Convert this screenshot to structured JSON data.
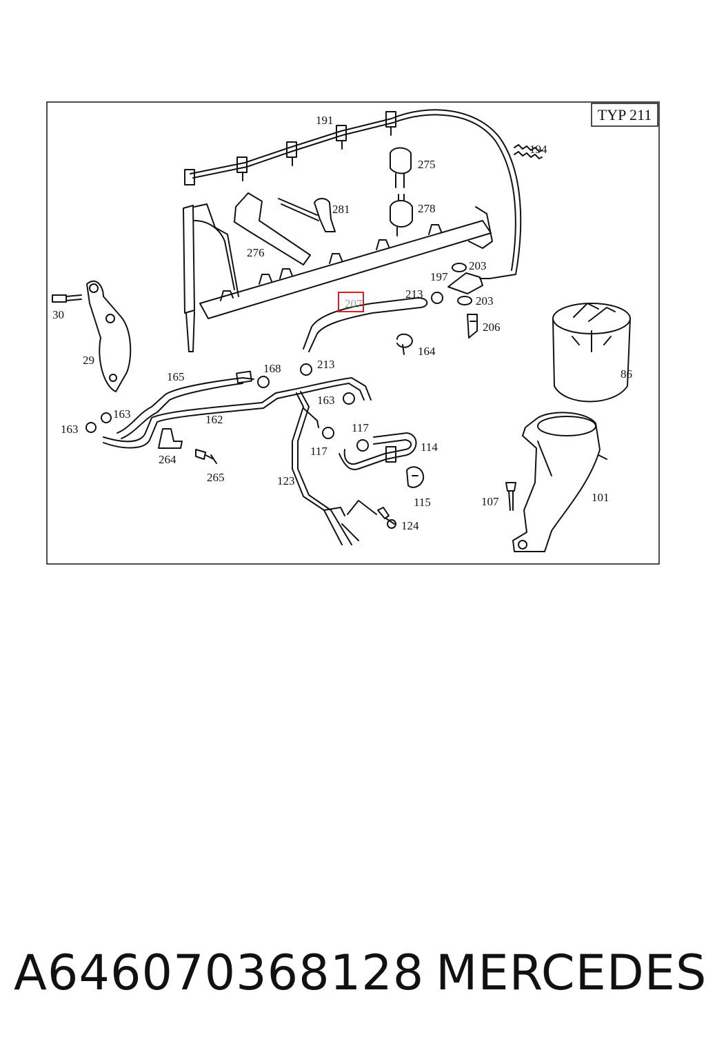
{
  "diagram": {
    "type_label": "TYP 211",
    "callouts": [
      {
        "id": "c191",
        "text": "191"
      },
      {
        "id": "c194",
        "text": "194"
      },
      {
        "id": "c275",
        "text": "275"
      },
      {
        "id": "c281",
        "text": "281"
      },
      {
        "id": "c278",
        "text": "278"
      },
      {
        "id": "c276",
        "text": "276"
      },
      {
        "id": "c203a",
        "text": "203"
      },
      {
        "id": "c197",
        "text": "197"
      },
      {
        "id": "c203b",
        "text": "203"
      },
      {
        "id": "c30",
        "text": "30"
      },
      {
        "id": "c207",
        "text": "207",
        "highlighted": true
      },
      {
        "id": "c213a",
        "text": "213"
      },
      {
        "id": "c206",
        "text": "206"
      },
      {
        "id": "c164",
        "text": "164"
      },
      {
        "id": "c29",
        "text": "29"
      },
      {
        "id": "c165",
        "text": "165"
      },
      {
        "id": "c168",
        "text": "168"
      },
      {
        "id": "c213b",
        "text": "213"
      },
      {
        "id": "c86",
        "text": "86"
      },
      {
        "id": "c163a",
        "text": "163"
      },
      {
        "id": "c163b",
        "text": "163"
      },
      {
        "id": "c162",
        "text": "162"
      },
      {
        "id": "c163c",
        "text": "163"
      },
      {
        "id": "c117a",
        "text": "117"
      },
      {
        "id": "c114",
        "text": "114"
      },
      {
        "id": "c117b",
        "text": "117"
      },
      {
        "id": "c264",
        "text": "264"
      },
      {
        "id": "c265",
        "text": "265"
      },
      {
        "id": "c123",
        "text": "123"
      },
      {
        "id": "c115",
        "text": "115"
      },
      {
        "id": "c107",
        "text": "107"
      },
      {
        "id": "c101",
        "text": "101"
      },
      {
        "id": "c124",
        "text": "124"
      }
    ],
    "highlight_color": "#e01b1b"
  },
  "footer": {
    "part_number": "A646070368128",
    "brand": "MERCEDES"
  }
}
